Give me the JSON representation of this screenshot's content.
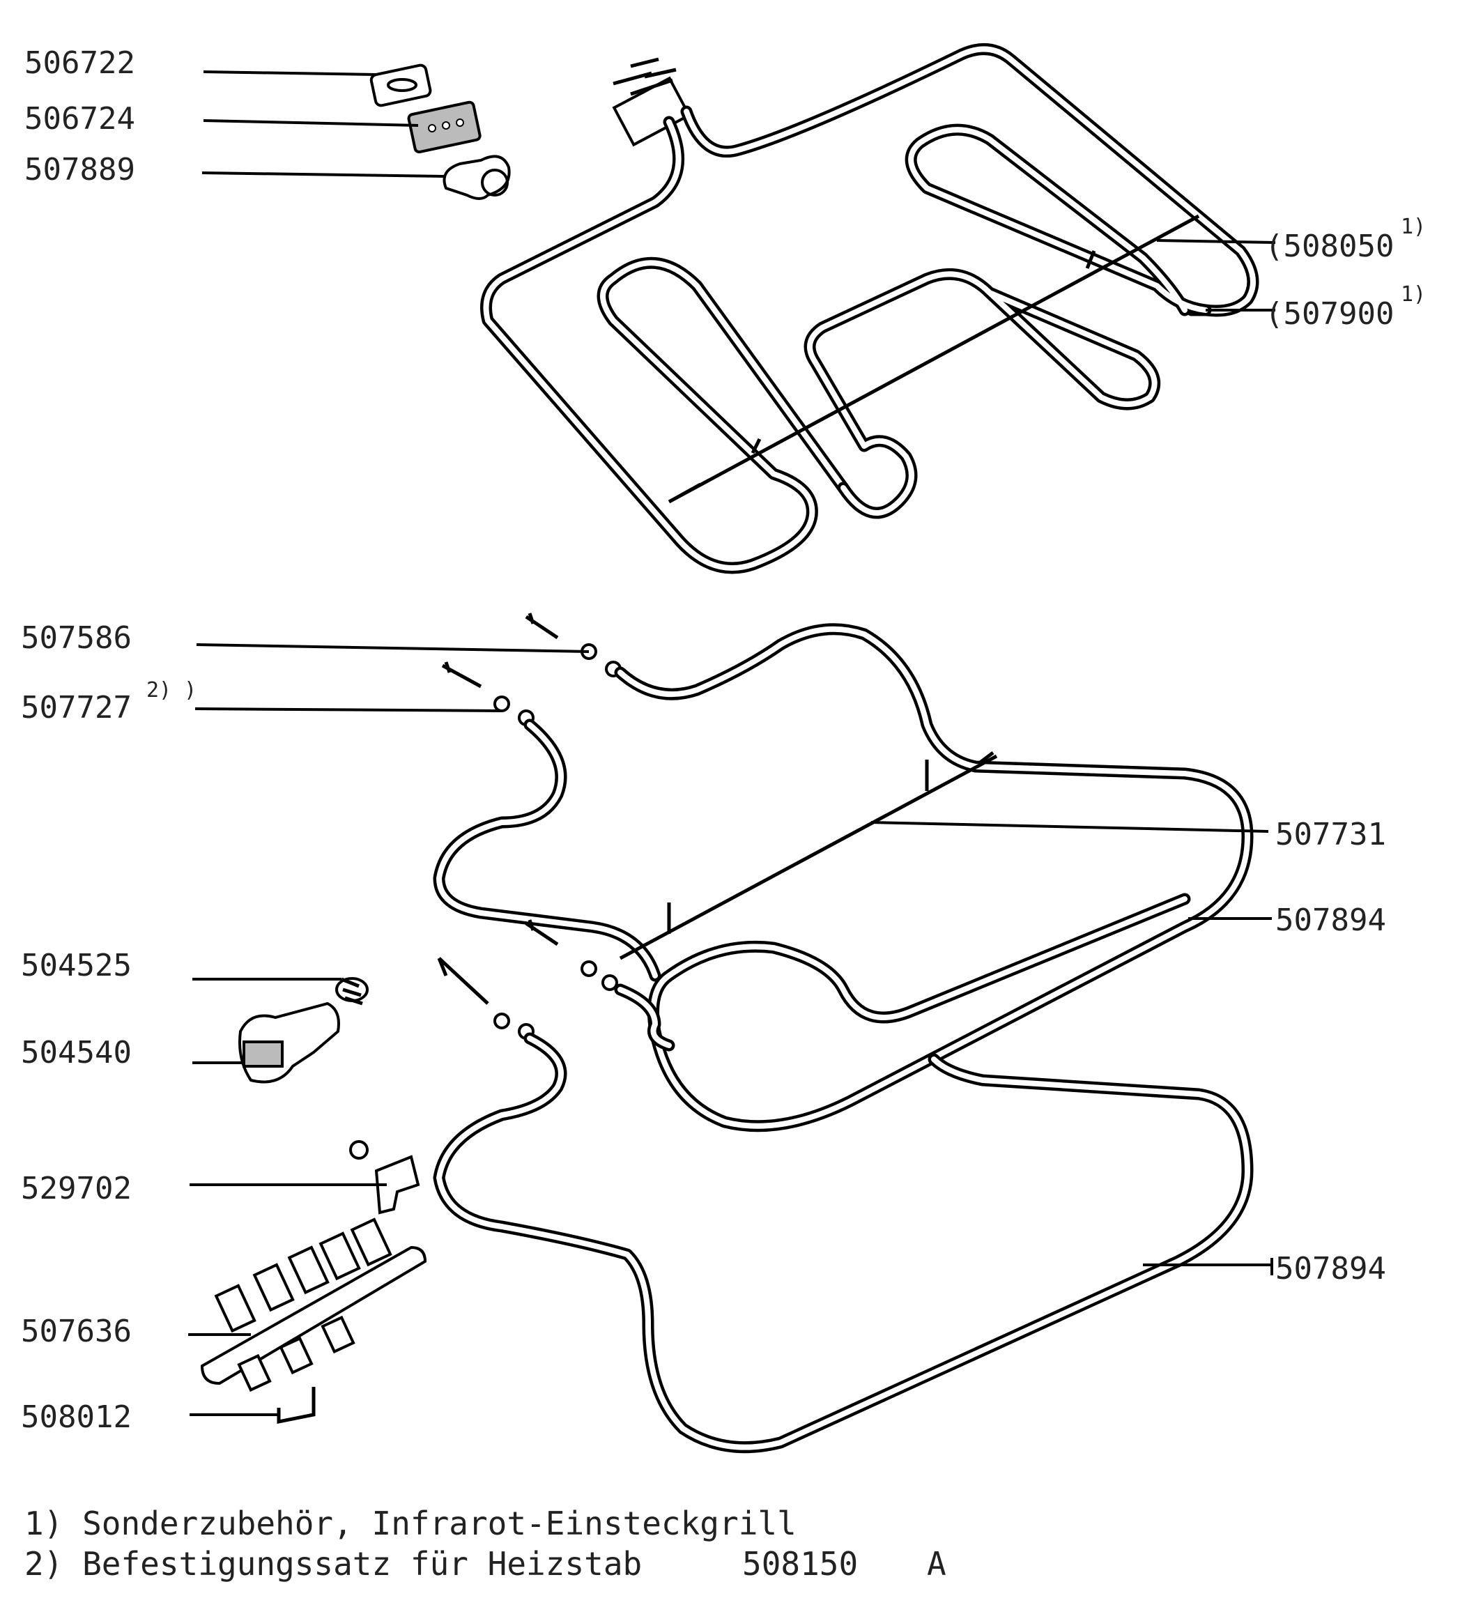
{
  "labels": {
    "p506722": "506722",
    "p506724": "506724",
    "p507889": "507889",
    "p508050": "(508050",
    "p508050_note": "1)",
    "p507900": "(507900",
    "p507900_note": "1)",
    "p507586": "507586",
    "p507727": "507727",
    "p507727_note": "2) )",
    "p507731": "507731",
    "p507894_a": "507894",
    "p504525": "504525",
    "p504540": "504540",
    "p529702": "529702",
    "p507894_b": "507894",
    "p507636": "507636",
    "p508012": "508012"
  },
  "footnotes": {
    "note1": "1) Sonderzubehör, Infrarot-Einsteckgrill",
    "note2": "2) Befestigungssatz für Heizstab",
    "note2_code": "508150",
    "note2_rev": "A"
  }
}
